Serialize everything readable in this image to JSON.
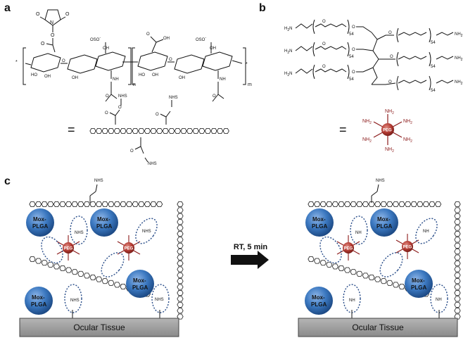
{
  "panels": {
    "a": "a",
    "b": "b",
    "c": "c"
  },
  "panel_a": {
    "subscript_n": "n",
    "subscript_m": "m",
    "star": "*",
    "nhs_label": "NHS",
    "equals": "=",
    "labels": {
      "oso3": "OSO",
      "oh": "OH",
      "ho": "HO",
      "nh": "NH",
      "o": "O"
    }
  },
  "panel_b": {
    "repeat": "54",
    "amine": "NH",
    "amine_sub": "2",
    "h2n": "H",
    "equals": "=",
    "peg_label": "PEG"
  },
  "panel_c": {
    "bead_line1": "Mox-",
    "bead_line2": "PLGA",
    "peg_label": "PEG",
    "nhs_label": "NHS",
    "nh_label": "NH",
    "tissue_label": "Ocular Tissue",
    "arrow_label": "RT, 5 min"
  },
  "colors": {
    "bead": "#2f6db3",
    "peg": "#b33a32",
    "amine": "#8b1a1a",
    "dotted_circle": "#2a4e8a",
    "tissue": "#9a9a9a",
    "arrow": "#111111"
  }
}
